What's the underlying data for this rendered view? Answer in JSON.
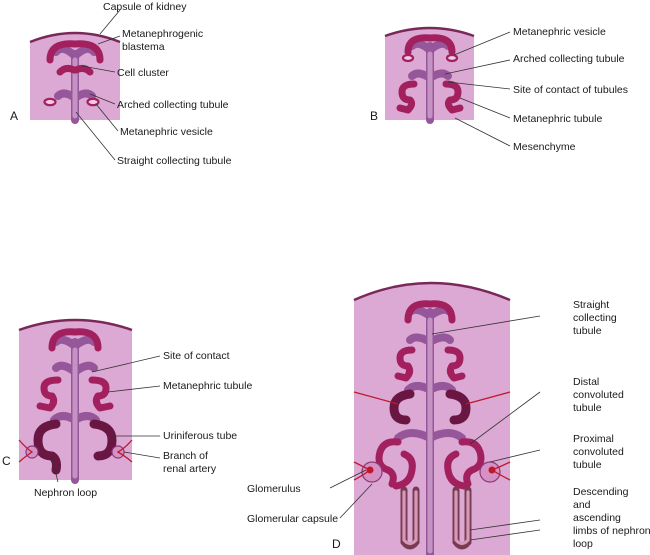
{
  "panels": {
    "a": {
      "letter": "A",
      "labels": {
        "capsule": "Capsule of kidney",
        "blastema_1": "Metanephrogenic",
        "blastema_2": "blastema",
        "cell_cluster": "Cell cluster",
        "arched": "Arched collecting tubule",
        "vesicle": "Metanephric vesicle",
        "straight": "Straight collecting tubule"
      }
    },
    "b": {
      "letter": "B",
      "labels": {
        "vesicle": "Metanephric vesicle",
        "arched": "Arched collecting tubule",
        "contact": "Site of contact of tubules",
        "tubule": "Metanephric tubule",
        "mesenchyme": "Mesenchyme"
      }
    },
    "c": {
      "letter": "C",
      "labels": {
        "contact": "Site of contact",
        "tubule": "Metanephric tubule",
        "uriniferous": "Uriniferous tube",
        "branch_1": "Branch of",
        "branch_2": "renal artery",
        "nephron_loop": "Nephron loop"
      }
    },
    "d": {
      "letter": "D",
      "labels": {
        "straight_1": "Straight",
        "straight_2": "collecting",
        "straight_3": "tubule",
        "distal_1": "Distal",
        "distal_2": "convoluted",
        "distal_3": "tubule",
        "proximal_1": "Proximal",
        "proximal_2": "convoluted",
        "proximal_3": "tubule",
        "glomerulus": "Glomerulus",
        "glomerular_capsule": "Glomerular capsule",
        "limbs_1": "Descending",
        "limbs_2": "and",
        "limbs_3": "ascending",
        "limbs_4": "limbs of nephron",
        "limbs_5": "loop"
      }
    }
  },
  "colors": {
    "tissue": "#dca8d4",
    "collecting_duct": "#96579a",
    "tubule": "#a3205e",
    "artery": "#c0182a"
  }
}
